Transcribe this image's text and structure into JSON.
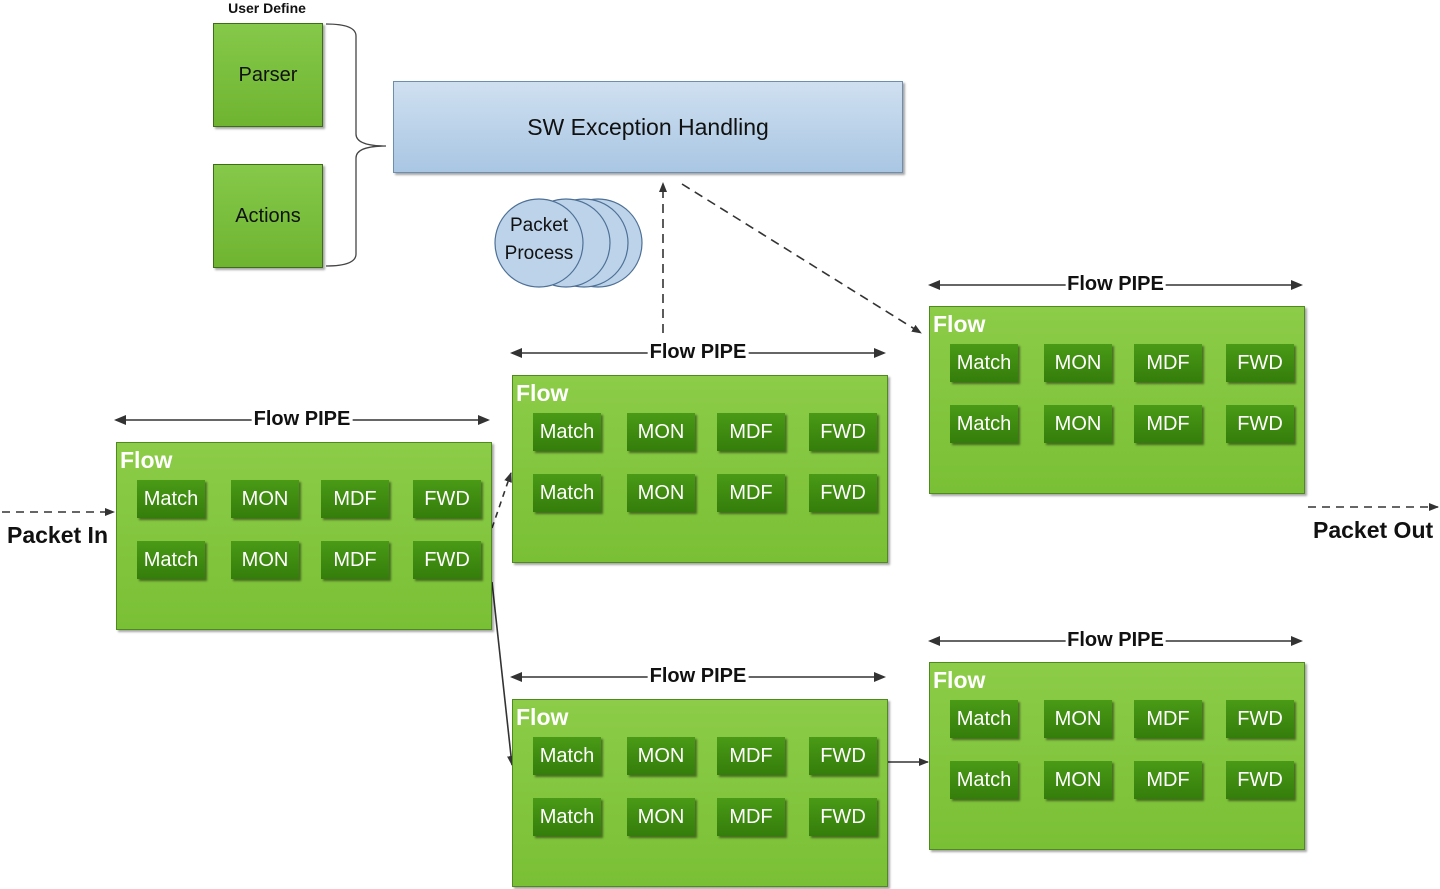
{
  "user_define": {
    "label": "User Define",
    "parser": "Parser",
    "actions": "Actions"
  },
  "sw_exception": "SW Exception Handling",
  "packet_process": [
    "Packet",
    "Process"
  ],
  "packet_in": "Packet In",
  "packet_out": "Packet Out",
  "pipes": [
    {
      "pipe_label": "Flow PIPE",
      "flow_label": "Flow",
      "rows": [
        [
          "Match",
          "MON",
          "MDF",
          "FWD"
        ],
        [
          "Match",
          "MON",
          "MDF",
          "FWD"
        ]
      ]
    },
    {
      "pipe_label": "Flow PIPE",
      "flow_label": "Flow",
      "rows": [
        [
          "Match",
          "MON",
          "MDF",
          "FWD"
        ],
        [
          "Match",
          "MON",
          "MDF",
          "FWD"
        ]
      ]
    },
    {
      "pipe_label": "Flow PIPE",
      "flow_label": "Flow",
      "rows": [
        [
          "Match",
          "MON",
          "MDF",
          "FWD"
        ],
        [
          "Match",
          "MON",
          "MDF",
          "FWD"
        ]
      ]
    },
    {
      "pipe_label": "Flow PIPE",
      "flow_label": "Flow",
      "rows": [
        [
          "Match",
          "MON",
          "MDF",
          "FWD"
        ],
        [
          "Match",
          "MON",
          "MDF",
          "FWD"
        ]
      ]
    },
    {
      "pipe_label": "Flow PIPE",
      "flow_label": "Flow",
      "rows": [
        [
          "Match",
          "MON",
          "MDF",
          "FWD"
        ],
        [
          "Match",
          "MON",
          "MDF",
          "FWD"
        ]
      ]
    }
  ],
  "colors": {
    "flow_green": "#7ac035",
    "cell_green": "#3e8a10",
    "sw_blue": "#b7cfe8",
    "circle_blue": "#bcd3ea"
  }
}
